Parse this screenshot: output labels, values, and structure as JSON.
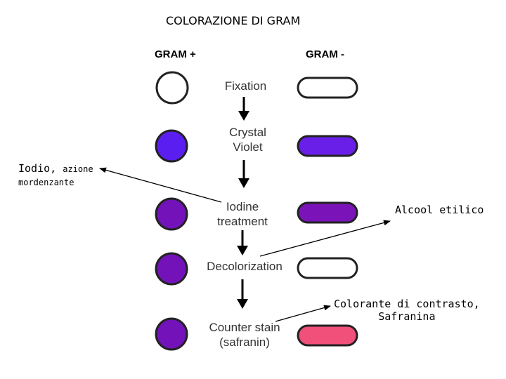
{
  "title": "COLORAZIONE DI GRAM",
  "columns": {
    "positive": "GRAM +",
    "negative": "GRAM -"
  },
  "steps": [
    {
      "line1": "Fixation",
      "line2": "",
      "positive_color": "#ffffff",
      "negative_color": "#ffffff"
    },
    {
      "line1": "Crystal",
      "line2": "Violet",
      "positive_color": "#5a1ef0",
      "negative_color": "#6a1fe8"
    },
    {
      "line1": "Iodine",
      "line2": "treatment",
      "positive_color": "#7212b8",
      "negative_color": "#7a14b8"
    },
    {
      "line1": "Decolorization",
      "line2": "",
      "positive_color": "#7212b8",
      "negative_color": "#ffffff"
    },
    {
      "line1": "Counter stain",
      "line2": "(safranin)",
      "positive_color": "#7212b8",
      "negative_color": "#f0507a"
    }
  ],
  "notes": {
    "iodio_a": "Iodio,",
    "iodio_b": "azione",
    "iodio_c": "mordenzante",
    "alcool": "Alcool etilico",
    "colorante_a": "Colorante di contrasto,",
    "colorante_b": "Safranina"
  }
}
